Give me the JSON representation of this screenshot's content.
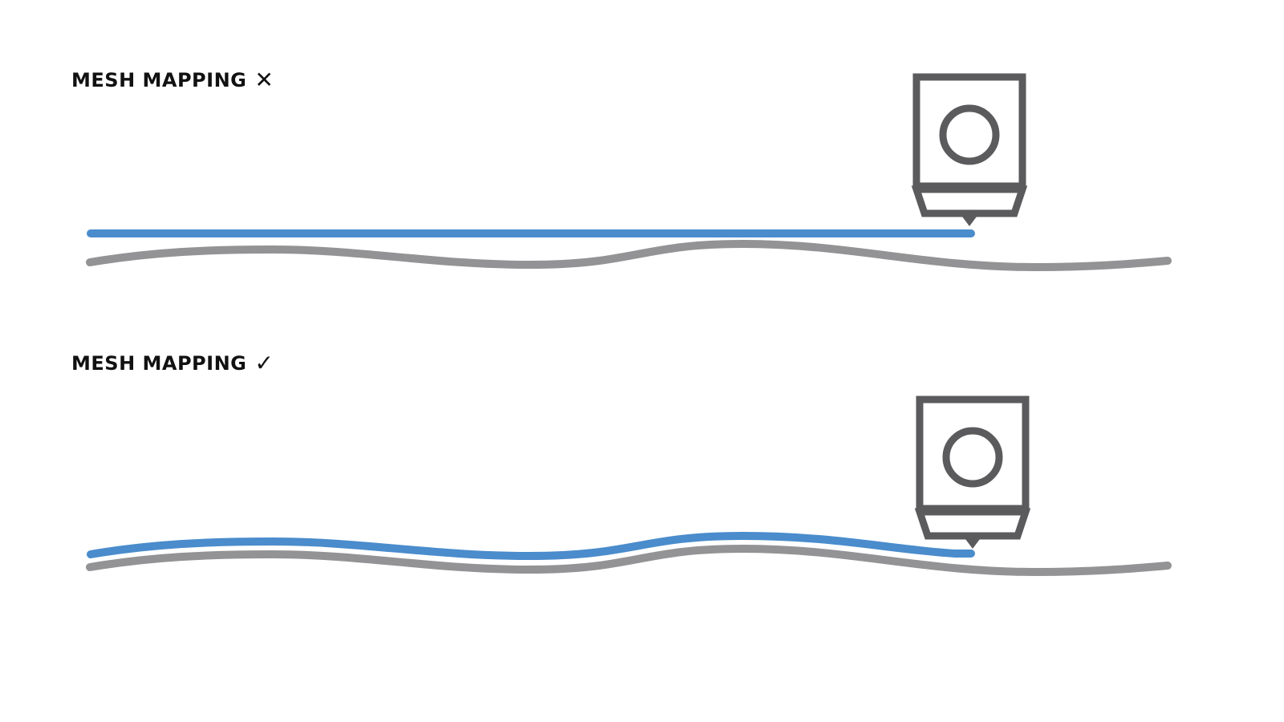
{
  "panels": [
    {
      "title": "MESH MAPPING",
      "status_mark": "✕",
      "status_meaning": "without mesh mapping",
      "nozzle_icon": "printer-nozzle-icon",
      "extrusion_path": "flat",
      "bed_surface": "wavy"
    },
    {
      "title": "MESH MAPPING",
      "status_mark": "✓",
      "status_meaning": "with mesh mapping",
      "nozzle_icon": "printer-nozzle-icon",
      "extrusion_path": "follows bed surface",
      "bed_surface": "wavy"
    }
  ],
  "colors": {
    "extrusion": "#4a8ccc",
    "bed": "#939396",
    "nozzle": "#5b5b5d",
    "text": "#111111"
  }
}
